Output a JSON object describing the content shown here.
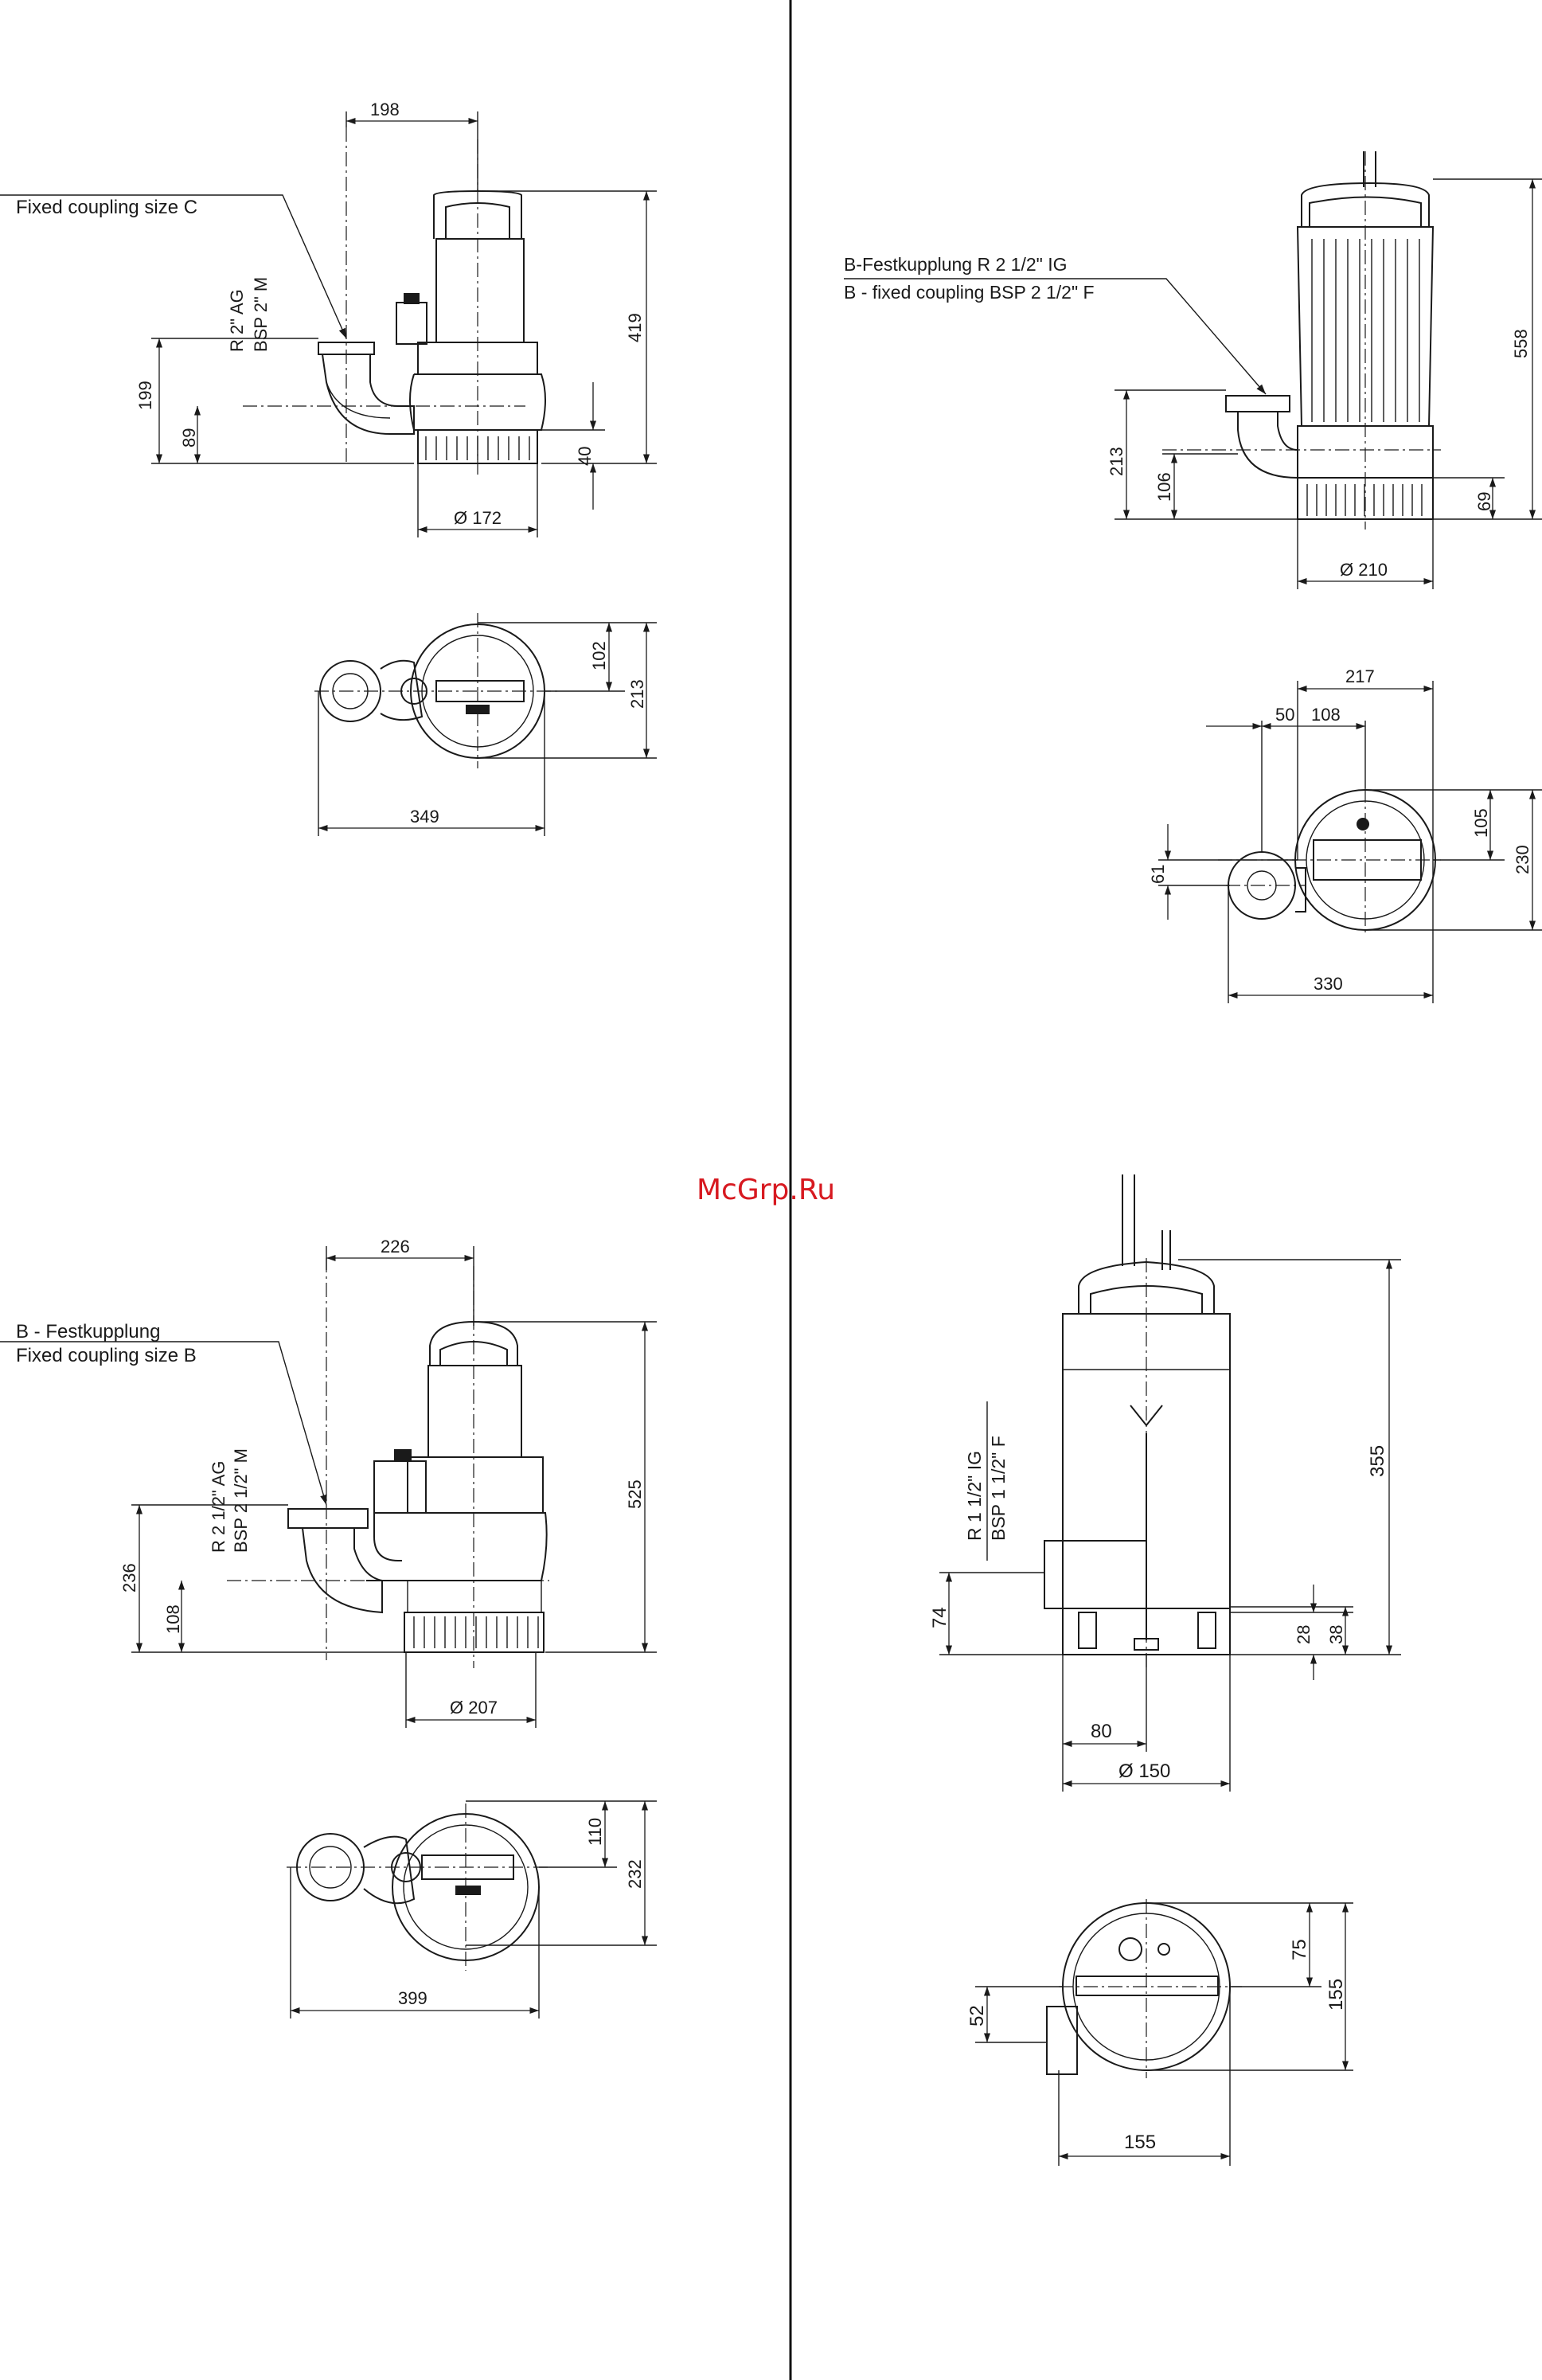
{
  "watermark": "McGrp.Ru",
  "drawings": {
    "top_left": {
      "coupling_label": "Fixed coupling size C",
      "thread_r": "R 2\" AG",
      "thread_bsp": "BSP 2\" M",
      "dims": {
        "width_top": "198",
        "height": "419",
        "outlet_h": "199",
        "outlet_axis": "89",
        "base": "40",
        "diameter": "Ø 172",
        "plan_half": "102",
        "plan_h": "213",
        "plan_w": "349"
      }
    },
    "top_right": {
      "coupling_label_de": "B-Festkupplung R 2 1/2\" IG",
      "coupling_label_en": "B - fixed coupling BSP 2 1/2\" F",
      "dims": {
        "height": "558",
        "outlet_h": "213",
        "outlet_axis": "106",
        "base": "69",
        "diameter": "Ø 210",
        "plan_w1": "217",
        "plan_a": "50",
        "plan_b": "108",
        "plan_half": "105",
        "plan_h": "230",
        "plan_off": "61",
        "plan_w": "330"
      }
    },
    "bottom_left": {
      "coupling_label_partial": "B - Festkupplung",
      "coupling_label": "Fixed coupling size B",
      "thread_r": "R 2 1/2\" AG",
      "thread_bsp": "BSP 2 1/2\" M",
      "dims": {
        "width_top": "226",
        "height": "525",
        "outlet_h": "236",
        "outlet_axis": "108",
        "diameter": "Ø 207",
        "plan_half": "110",
        "plan_h": "232",
        "plan_w": "399"
      }
    },
    "bottom_right": {
      "thread_r": "R 1 1/2\" IG",
      "thread_bsp": "BSP 1 1/2\" F",
      "dims": {
        "height": "355",
        "outlet": "74",
        "base1": "28",
        "base2": "38",
        "axis": "80",
        "diameter": "Ø 150",
        "plan_half": "75",
        "plan_h": "155",
        "plan_off": "52",
        "plan_w": "155"
      }
    }
  }
}
